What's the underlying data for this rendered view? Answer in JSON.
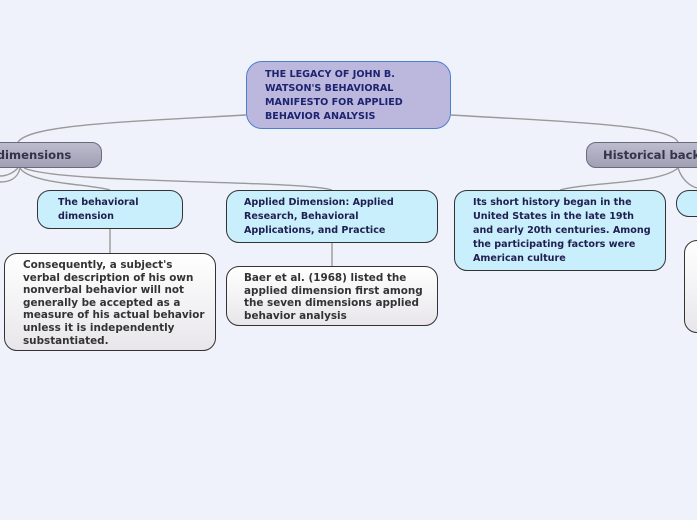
{
  "root": {
    "title": "THE LEGACY OF JOHN B. WATSON'S BEHAVIORAL MANIFESTO FOR APPLIED BEHAVIOR ANALYSIS"
  },
  "branches": {
    "left": {
      "label": "r dimensions"
    },
    "right": {
      "label": "Historical back"
    }
  },
  "topics": {
    "behavioral": {
      "label": "The behavioral dimension"
    },
    "applied": {
      "label": "Applied Dimension: Applied Research, Behavioral Applications, and Practice"
    },
    "history": {
      "label": "Its short history began in the United States in the late 19th and early 20th centuries. Among the participating factors were American culture"
    }
  },
  "notes": {
    "behavioral": {
      "text": "Consequently, a subject's verbal description of his own nonverbal behavior will not generally be accepted as a measure of his actual behavior unless it is independently substantiated."
    },
    "applied": {
      "text": "Baer et al. (1968) listed the applied dimension first among the seven dimensions applied behavior analysis"
    }
  },
  "colors": {
    "background": "#f0f2fb",
    "root_fill": "#bcb8dd",
    "root_border": "#4a7fd0",
    "topic_fill": "#c9eefc",
    "branch_fill": "#a9a8bd",
    "connector": "#999999"
  }
}
